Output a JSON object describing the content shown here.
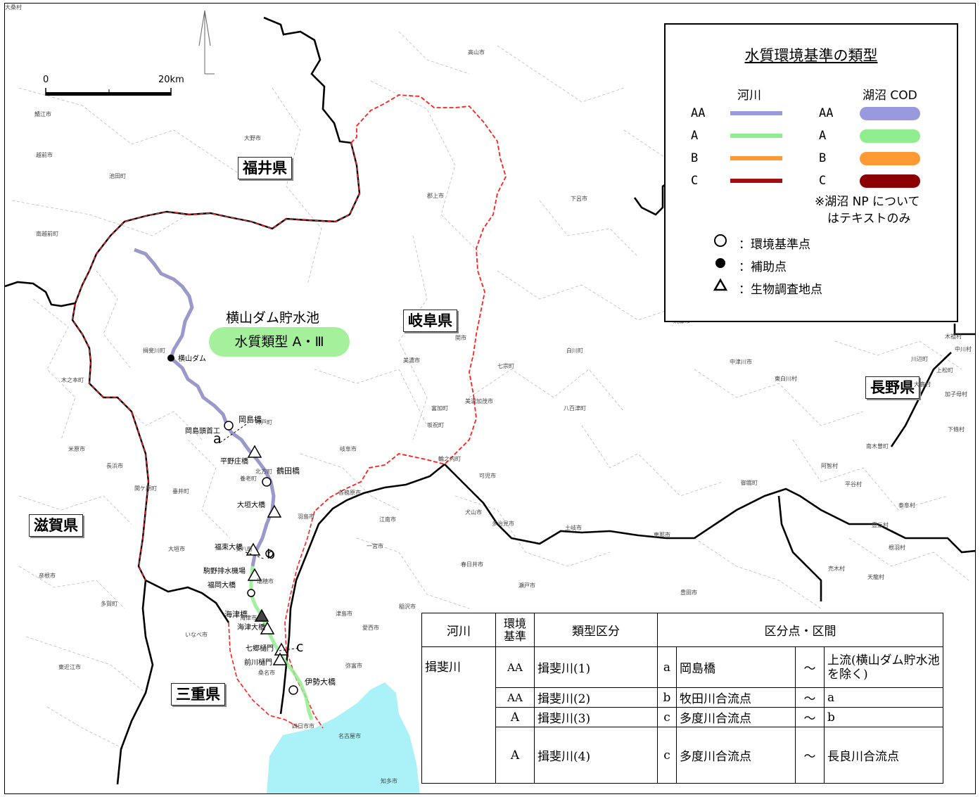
{
  "scale": {
    "zero": "0",
    "distance": "20km"
  },
  "prefectures": {
    "fukui": "福井県",
    "gifu": "岐阜県",
    "nagano": "長野県",
    "shiga": "滋賀県",
    "mie": "三重県"
  },
  "dam": {
    "title": "横山ダム貯水池",
    "category": "水質類型 A・Ⅲ",
    "point": "横山ダム"
  },
  "stations": {
    "okajima": "岡島橋",
    "okajima_gate": "岡島頭首工",
    "hirano": "平野庄橋",
    "tsuruta": "鶴田橋",
    "ogaki": "大垣大橋",
    "fukuzuka": "福束大橋",
    "kashiwara": "駒野排水機場",
    "fukuoka": "福岡大橋",
    "kaizu": "海津橋",
    "kaizu2": "海津大橋",
    "shichiho": "七郷樋門",
    "maekawa": "前川樋門",
    "ise": "伊勢大橋"
  },
  "section_letters": {
    "a": "a",
    "b": "b",
    "c": "c"
  },
  "legend": {
    "title": "水質環境基準の類型",
    "river_header": "河川",
    "lake_header": "湖沼 COD",
    "classes": [
      "AA",
      "A",
      "B",
      "C"
    ],
    "colors": {
      "AA": "#9999dd",
      "A": "#90ee90",
      "B": "#ff9933",
      "C": "#a01010"
    },
    "note_line1": "※湖沼 NP について",
    "note_line2": "はテキストのみ",
    "sym_standard": "：環境基準点",
    "sym_aux": "：補助点",
    "sym_bio": "：生物調査地点"
  },
  "table": {
    "headers": {
      "river": "河川",
      "standard": "環境基準",
      "type": "類型区分",
      "section": "区分点・区間"
    },
    "river_name": "揖斐川",
    "rows": [
      {
        "standard": "AA",
        "type": "揖斐川(1)",
        "letter": "a",
        "from": "岡島橋",
        "tilde": "～",
        "to": "上流(横山ダム貯水池を除く)"
      },
      {
        "standard": "AA",
        "type": "揖斐川(2)",
        "letter": "b",
        "from": "牧田川合流点",
        "tilde": "～",
        "to": "a"
      },
      {
        "standard": "A",
        "type": "揖斐川(3)",
        "letter": "c",
        "from": "多度川合流点",
        "tilde": "～",
        "to": "b"
      },
      {
        "standard": "A",
        "type": "揖斐川(4)",
        "letter": "c",
        "from": "多度川合流点",
        "tilde": "～",
        "to": "長良川合流点"
      }
    ]
  },
  "municipalities": [
    "大野市",
    "郡上市",
    "下呂市",
    "揖斐川町",
    "美濃市",
    "関市",
    "七宗町",
    "白川町",
    "八百津町",
    "御嵩町",
    "恵那市",
    "中津川市",
    "土岐市",
    "多治見市",
    "可児市",
    "美濃加茂市",
    "岐阜市",
    "大垣市",
    "海津市",
    "桑名市",
    "いなべ市",
    "長浜市",
    "米原市",
    "彦根市",
    "東近江市",
    "多賀町",
    "一宮市",
    "江南市",
    "犬山市",
    "春日井市",
    "瀬戸市",
    "津島市",
    "愛西市",
    "弥富市",
    "稲沢市",
    "四日市市",
    "名古屋市",
    "豊田市",
    "知多市",
    "高山市",
    "飛騨市",
    "南越前町",
    "池田町",
    "越前市",
    "鯖江市",
    "木之本町",
    "関ケ原町",
    "垂井町",
    "安八町",
    "羽島市",
    "各務原市",
    "養老町",
    "北方町",
    "神戸町",
    "瑞穂市",
    "輪之内町",
    "坂祝町",
    "富加町",
    "川辺町",
    "東白川村",
    "加子母村",
    "南木曽町",
    "豊丘村",
    "阿智村",
    "平谷村",
    "根羽村",
    "売木村",
    "天龍村",
    "泰阜村",
    "下條村",
    "大鹿村",
    "中川村",
    "上松町",
    "木祖村",
    "大桑村"
  ]
}
